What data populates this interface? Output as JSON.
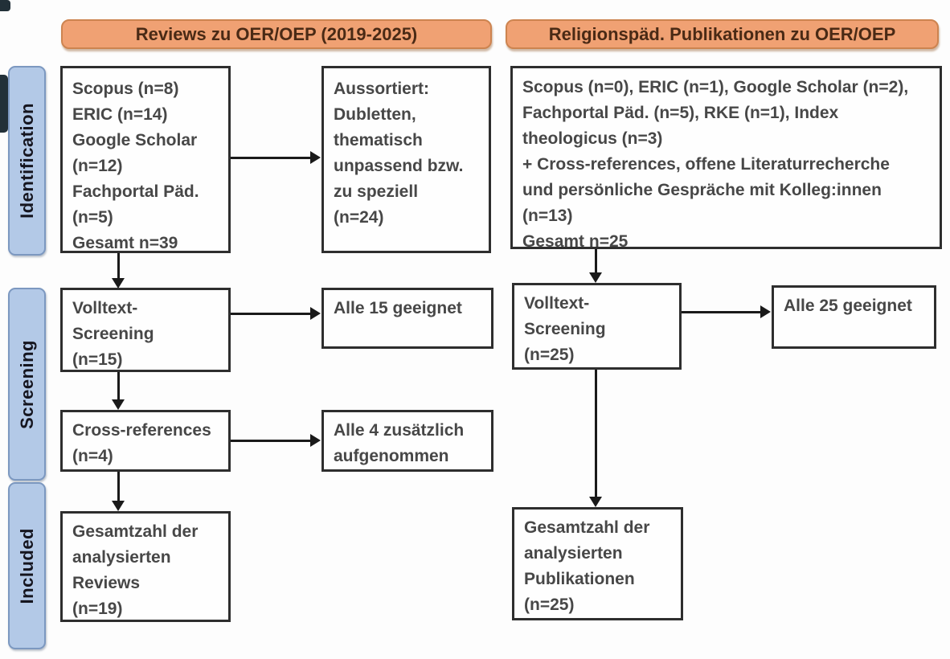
{
  "headers": {
    "left": "Reviews zu OER/OEP (2019-2025)",
    "right": "Religionspäd. Publikationen zu OER/OEP"
  },
  "sidebar": {
    "identification": "Identification",
    "screening": "Screening",
    "included": "Included"
  },
  "boxes": {
    "sources_reviews": {
      "lines": [
        "Scopus (n=8)",
        "ERIC (n=14)",
        "Google Scholar",
        "(n=12)",
        "Fachportal Päd.",
        "(n=5)",
        "Gesamt n=39"
      ]
    },
    "aussortiert": {
      "lines": [
        "Aussortiert:",
        "Dubletten,",
        "thematisch",
        "unpassend bzw.",
        "zu speziell",
        "(n=24)"
      ]
    },
    "volltext_reviews": {
      "lines": [
        "Volltext-",
        "Screening",
        "(n=15)"
      ]
    },
    "alle15": {
      "lines": [
        "Alle 15 geeignet"
      ]
    },
    "crossref": {
      "lines": [
        "Cross-references",
        "(n=4)"
      ]
    },
    "alle4": {
      "lines": [
        "Alle 4 zusätzlich",
        "aufgenommen"
      ]
    },
    "gesamt_reviews": {
      "lines": [
        "Gesamtzahl der",
        "analysierten",
        "Reviews",
        "(n=19)"
      ]
    },
    "sources_relpaed": {
      "lines": [
        "Scopus (n=0), ERIC (n=1), Google Scholar (n=2),",
        "Fachportal Päd. (n=5), RKE (n=1), Index",
        "theologicus (n=3)",
        "+ Cross-references, offene Literaturrecherche",
        "und persönliche Gespräche mit Kolleg:innen",
        "(n=13)",
        "Gesamt n=25"
      ]
    },
    "volltext_relpaed": {
      "lines": [
        "Volltext-",
        "Screening",
        "(n=25)"
      ]
    },
    "alle25": {
      "lines": [
        "Alle 25 geeignet"
      ]
    },
    "gesamt_relpaed": {
      "lines": [
        "Gesamtzahl der",
        "analysierten",
        "Publikationen",
        "(n=25)"
      ]
    }
  },
  "colors": {
    "header_fill": "#f0a173",
    "header_border": "#cd8450",
    "header_text": "#4a2a15",
    "phase_fill": "#b3c9e7",
    "phase_border": "#7c98c0",
    "box_border": "#2e2e2e",
    "box_text": "#474747",
    "arrow": "#1a1a1a"
  }
}
